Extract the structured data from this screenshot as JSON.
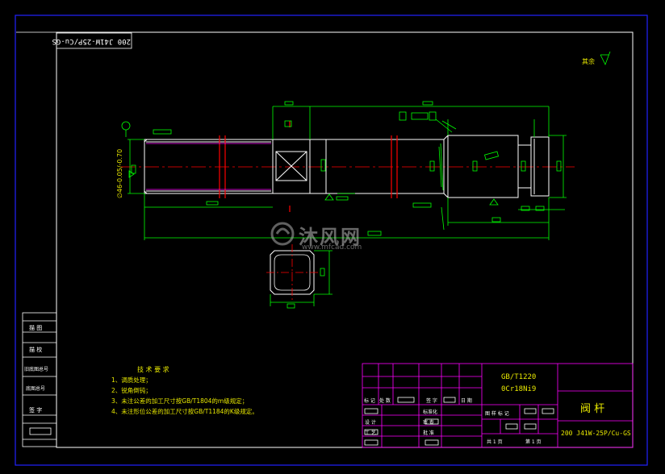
{
  "drawing": {
    "rotated_title": "200 J41W-25P/Cu-GS",
    "surface_finish": "其余",
    "dimension_left": "∅46-0.05/-0.70"
  },
  "side_table": {
    "rows": [
      "描 图",
      "描 校",
      "旧底图总号",
      "底图总号",
      "签 字"
    ]
  },
  "tech_requirements": {
    "title": "技 术 要 求",
    "items": [
      "1、调质处理；",
      "2、锐角倒钝；",
      "3、未注公差的加工尺寸按GB/T1804的m级规定；",
      "4、未注形位公差的加工尺寸按GB/T1184的K级规定。"
    ]
  },
  "title_block": {
    "material_std": "GB/T1220",
    "material": "0Cr18Ni9",
    "part_name": "阀 杆",
    "drawing_no": "200 J41W-25P/Cu-GS",
    "labels": {
      "mark": "标 记",
      "count": "处 数",
      "sign": "签 字",
      "date": "日 期",
      "standardize": "标准化",
      "stage_mark": "图 样 标 记",
      "design": "设 计",
      "review": "审 查",
      "craft": "工 艺",
      "approve": "批 准",
      "sheet_total": "共 1 页",
      "sheet_no": "第 1 页"
    }
  },
  "watermark": {
    "brand": "沐风网",
    "url": "www.mfcad.com"
  },
  "colors": {
    "border_outer": "#2222ff",
    "frame": "#ffffff",
    "part_outline": "#ffffff",
    "dimension": "#00ff00",
    "hatch": "#ff0000",
    "center_line": "#ff0000",
    "title_grid": "#ff00ff",
    "text": "#e8e800"
  }
}
